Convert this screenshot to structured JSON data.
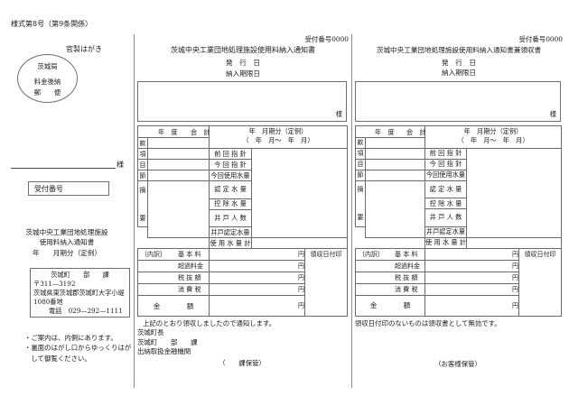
{
  "document": {
    "form_number": "様式第8号（第9条関係）"
  },
  "postcard": {
    "postage_label": "官製はがき",
    "stamp": {
      "line1": "茨城局",
      "line2": "料金後納",
      "line3": "郵　　便"
    },
    "addressee_honorific": "様",
    "receipt_no_box": "受付番号",
    "title": {
      "line1": "茨城中央工業団地処理施設",
      "line2": "使用料納入通知書",
      "line3": "年　　月期分（定例）"
    },
    "sender": {
      "line1": "茨城町　　部　　課",
      "line2": "〒311—3192",
      "line3": "茨城県東茨城郡茨城町大字小堤",
      "line4": "1080番地",
      "line5": "電話　029—292—1111"
    },
    "notes": [
      "・ご案内は、内側にあります。",
      "・裏面のはがし口からゆっくりはが",
      "　して御覧ください。"
    ]
  },
  "notice": {
    "receipt_no_label": "受付番号0000",
    "title": "茨城中央工業団地処理施設使用料納入通知書",
    "issue_date_label": "発　行　日",
    "due_date_label": "納入期限日",
    "addressee_honorific": "様",
    "table": {
      "header_left_year": "年　度",
      "header_left_account": "会　計",
      "header_right_line1": "年　月期分（定例）",
      "header_right_line2": "（　年　月～　年　月）",
      "vertical_labels": [
        "款",
        "項",
        "目",
        "節"
      ],
      "remarks_label_chars": [
        "摘",
        "要"
      ],
      "meter_rows": [
        "前 回 指 針",
        "今 回 指 針",
        "今回使用水量",
        "認 定 水 量",
        "控 除 水 量",
        "井 戸 人 数",
        "井戸認定水量"
      ],
      "total_water_label": "使 用 水 量 計",
      "breakdown_label": "〔内訳〕",
      "breakdown_rows": [
        {
          "label": "基 本 料",
          "unit": "円"
        },
        {
          "label": "超過料金",
          "unit": "円"
        },
        {
          "label": "税 抜 額",
          "unit": "円"
        },
        {
          "label": "消 費 税",
          "unit": "円"
        }
      ],
      "amount_label": "金　　　　額",
      "amount_unit": "円",
      "stamp_box_label": "領収日付印"
    },
    "footer": {
      "line1": "上記のとおり領収しましたので通知します。",
      "line2": "茨城町長",
      "line3": "茨城町　　部　　課",
      "line4": "出納取扱金融機関",
      "custody": "（　　課保管）"
    }
  },
  "receipt": {
    "receipt_no_label": "受付番号0000",
    "title": "茨城中央工業団地処理施設使用料納入通知書兼領収書",
    "issue_date_label": "発　行　日",
    "due_date_label": "納入期限日",
    "addressee_honorific": "様",
    "table": {
      "header_left_year": "年　度",
      "header_left_account": "会　計",
      "header_right_line1": "年　月期分（定例）",
      "header_right_line2": "（　年　月～　年　月）",
      "vertical_labels": [
        "款",
        "項",
        "目",
        "節"
      ],
      "remarks_label_chars": [
        "摘",
        "要"
      ],
      "meter_rows": [
        "前 回 指 針",
        "今 回 指 針",
        "今回使用水量",
        "認 定 水 量",
        "控 除 水 量",
        "井 戸 人 数",
        "井戸認定水量"
      ],
      "total_water_label": "使 用 水 量 計",
      "breakdown_label": "〔内訳〕",
      "breakdown_rows": [
        {
          "label": "基 本 料",
          "unit": "円"
        },
        {
          "label": "超過料金",
          "unit": "円"
        },
        {
          "label": "税 抜 額",
          "unit": "円"
        },
        {
          "label": "消 費 税",
          "unit": "円"
        }
      ],
      "amount_label": "金　　　　額",
      "amount_unit": "円",
      "stamp_box_label": "領収日付印"
    },
    "footer": {
      "note": "領収日付印のないものは領収書として無効です。",
      "custody": "（お客様保管）"
    }
  }
}
